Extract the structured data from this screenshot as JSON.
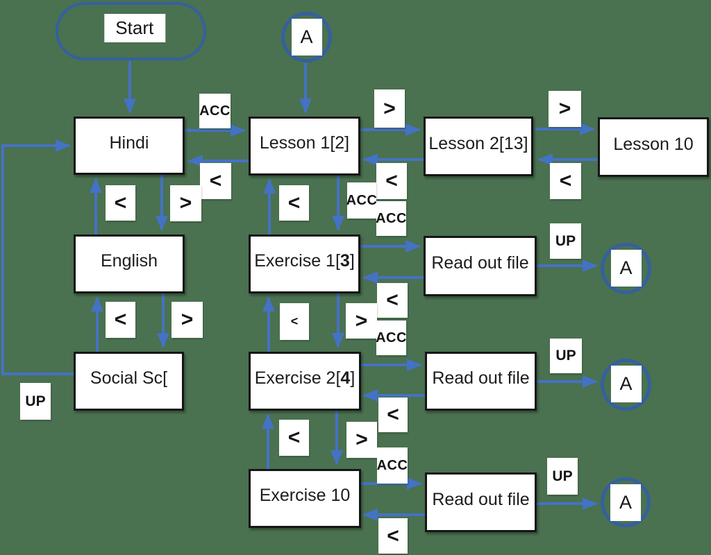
{
  "diagram_type": "flowchart",
  "colors": {
    "background": "#4a7150",
    "arrow": "#4472c4",
    "terminator_border": "#35609f",
    "box_border": "#161616",
    "box_fill": "#ffffff",
    "text": "#1c1c1c"
  },
  "nodes": {
    "start": "Start",
    "a_top": "A",
    "hindi": "Hindi",
    "lesson1": "Lesson 1[2]",
    "lesson2": "Lesson 2[13]",
    "lesson10": "Lesson 10",
    "english": "English",
    "exercise1": {
      "prefix": "Exercise 1[",
      "bold": "3",
      "suffix": "]"
    },
    "read_out_1": "Read out file",
    "a_right_1": "A",
    "social": "Social Sc[",
    "exercise2": {
      "prefix": "Exercise 2[",
      "bold": "4",
      "suffix": "]"
    },
    "read_out_2": "Read out file",
    "a_right_2": "A",
    "exercise10": "Exercise 10",
    "read_out_3": "Read out file",
    "a_right_3": "A"
  },
  "edge_labels": {
    "acc_hindi_to_lesson1": "ACC",
    "gt_lesson1_to_lesson2": ">",
    "gt_lesson2_to_lesson10": ">",
    "lt_lesson1_to_hindi": "<",
    "lt_lesson2_to_lesson1": "<",
    "lt_lesson10_to_lesson2": "<",
    "lt_english_to_hindi": "<",
    "gt_hindi_to_english": ">",
    "lt_exercise1_to_lesson1": "<",
    "acc_lesson1_to_exercise1": "ACC",
    "acc_exercise1_to_read1": "ACC",
    "lt_read1_to_exercise1": "<",
    "lt_social_to_english": "<",
    "gt_english_to_social": ">",
    "lt_exercise2_to_exercise1": "<",
    "gt_exercise1_to_exercise2": ">",
    "acc_exercise2_to_read2": "ACC",
    "lt_read2_to_exercise2": "<",
    "up_social_to_hindi": "UP",
    "up_read1_to_a": "UP",
    "up_read2_to_a": "UP",
    "lt_exercise10_to_exercise2": "<",
    "gt_exercise2_to_exercise10": ">",
    "acc_exercise10_to_read3": "ACC",
    "lt_read3_to_exercise10": "<",
    "up_read3_to_a": "UP"
  }
}
